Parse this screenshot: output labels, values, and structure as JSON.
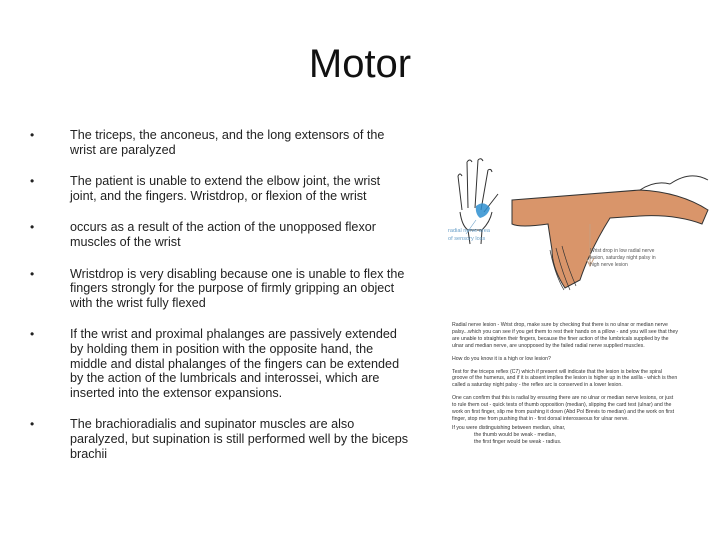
{
  "slide": {
    "title": "Motor",
    "bullets": [
      "The triceps, the anconeus, and the long extensors of the wrist are paralyzed",
      "The patient is unable to extend the elbow joint, the wrist joint, and the fingers. Wristdrop, or flexion of the wrist",
      "occurs as a result of the action of the unopposed flexor muscles of the wrist",
      "Wristdrop is very disabling because one is unable to flex the fingers strongly for the purpose of firmly gripping an object with the wrist fully flexed",
      "If the wrist and proximal phalanges are passively extended by holding them in position with the opposite hand, the middle and distal phalanges of the fingers can be extended by the action of the lumbricals and interossei, which are inserted into the extensor expansions.",
      "The brachioradialis and supinator muscles are also paralyzed, but supination is still performed well by the biceps brachii"
    ]
  },
  "figure": {
    "label_sensory": [
      "radial nerve area",
      "of sensory loss"
    ],
    "label_wristdrop": [
      "Wrist drop in low radial nerve",
      "lesion, saturday night palsy in",
      "high nerve lesion"
    ],
    "notes": [
      "Radial nerve lesion - Wrist drop, make sure by checking that there is no ulnar or median nerve palsy...which you can see if you get them to rest their hands on a pillow - and you will see that they are unable to straighten their fingers, because the finer action of the lumbricals supplied by the ulnar and median nerve, are unopposed by the failed radial nerve supplied muscles.",
      "How do you know it is a high or low lesion?",
      "Test for the triceps reflex (C7) which if present will indicate that the lesion is below the spiral groove of the humerus, and if it is absent implies the lesion is higher up in the axilla - which is then called a saturday night palsy - the reflex arc is conserved in a lower lesion.",
      "One can confirm that this is radial by ensuring there are no ulnar or median nerve lesions, or just to rule them out - quick tests of thumb opposition (median), slipping the card test (ulnar) and the work on first finger, slip me from pushing it down (Abd Pol Brevis to median) and the work on first finger, stop me from pushing that in - first dorsal interosseous for ulnar nerve."
    ],
    "signoff": [
      "If you were distinguishing between median, ulnar,",
      "the thumb would be weak - median,",
      "the first finger would be weak - radius."
    ]
  },
  "colors": {
    "skin": "#d9956a",
    "accent_blue": "#2e8fd0",
    "outline": "#333333"
  }
}
